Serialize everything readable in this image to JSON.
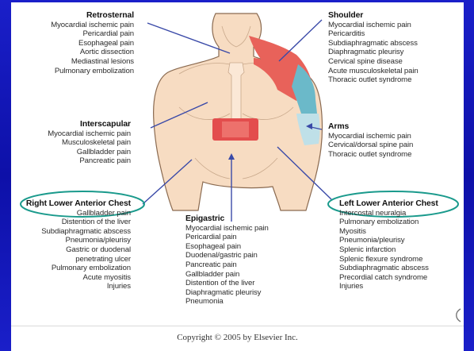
{
  "colors": {
    "frame": "#1a1fc9",
    "skin": "#f7dcc2",
    "skin_outline": "#8a6a50",
    "shoulder_fill": "#e8625a",
    "arm_fill": "#6bb9c9",
    "epigastric_fill": "#e34d4d",
    "highlight_ellipse": "#1a9a8c",
    "pointer_line": "#3a4aa8"
  },
  "regions": {
    "retrosternal": {
      "heading": "Retrosternal",
      "items": [
        "Myocardial ischemic pain",
        "Pericardial pain",
        "Esophageal pain",
        "Aortic dissection",
        "Mediastinal lesions",
        "Pulmonary embolization"
      ]
    },
    "shoulder": {
      "heading": "Shoulder",
      "items": [
        "Myocardial ischemic pain",
        "Pericarditis",
        "Subdiaphragmatic abscess",
        "Diaphragmatic pleurisy",
        "Cervical spine disease",
        "Acute musculoskeletal pain",
        "Thoracic outlet syndrome"
      ]
    },
    "interscapular": {
      "heading": "Interscapular",
      "items": [
        "Myocardial ischemic pain",
        "Musculoskeletal pain",
        "Gallbladder pain",
        "Pancreatic pain"
      ]
    },
    "arms": {
      "heading": "Arms",
      "items": [
        "Myocardial ischemic pain",
        "Cervical/dorsal spine pain",
        "Thoracic outlet syndrome"
      ]
    },
    "right_lower": {
      "heading": "Right Lower Anterior Chest",
      "items": [
        "Gallbladder pain",
        "Distention of the liver",
        "Subdiaphragmatic abscess",
        "Pneumonia/pleurisy",
        "Gastric or duodenal",
        "penetrating ulcer",
        "Pulmonary embolization",
        "Acute myositis",
        "Injuries"
      ]
    },
    "epigastric": {
      "heading": "Epigastric",
      "items": [
        "Myocardial ischemic pain",
        "Pericardial pain",
        "Esophageal pain",
        "Duodenal/gastric pain",
        "Pancreatic pain",
        "Gallbladder pain",
        "Distention of the liver",
        "Diaphragmatic pleurisy",
        "Pneumonia"
      ]
    },
    "left_lower": {
      "heading": "Left Lower Anterior Chest",
      "items": [
        "Intercostal neuralgia",
        "Pulmonary embolization",
        "Myositis",
        "Pneumonia/pleurisy",
        "Splenic infarction",
        "Splenic flexure syndrome",
        "Subdiaphragmatic abscess",
        "Precordial catch syndrome",
        "Injuries"
      ]
    }
  },
  "footer": {
    "copyright": "Copyright © 2005 by Elsevier Inc."
  }
}
